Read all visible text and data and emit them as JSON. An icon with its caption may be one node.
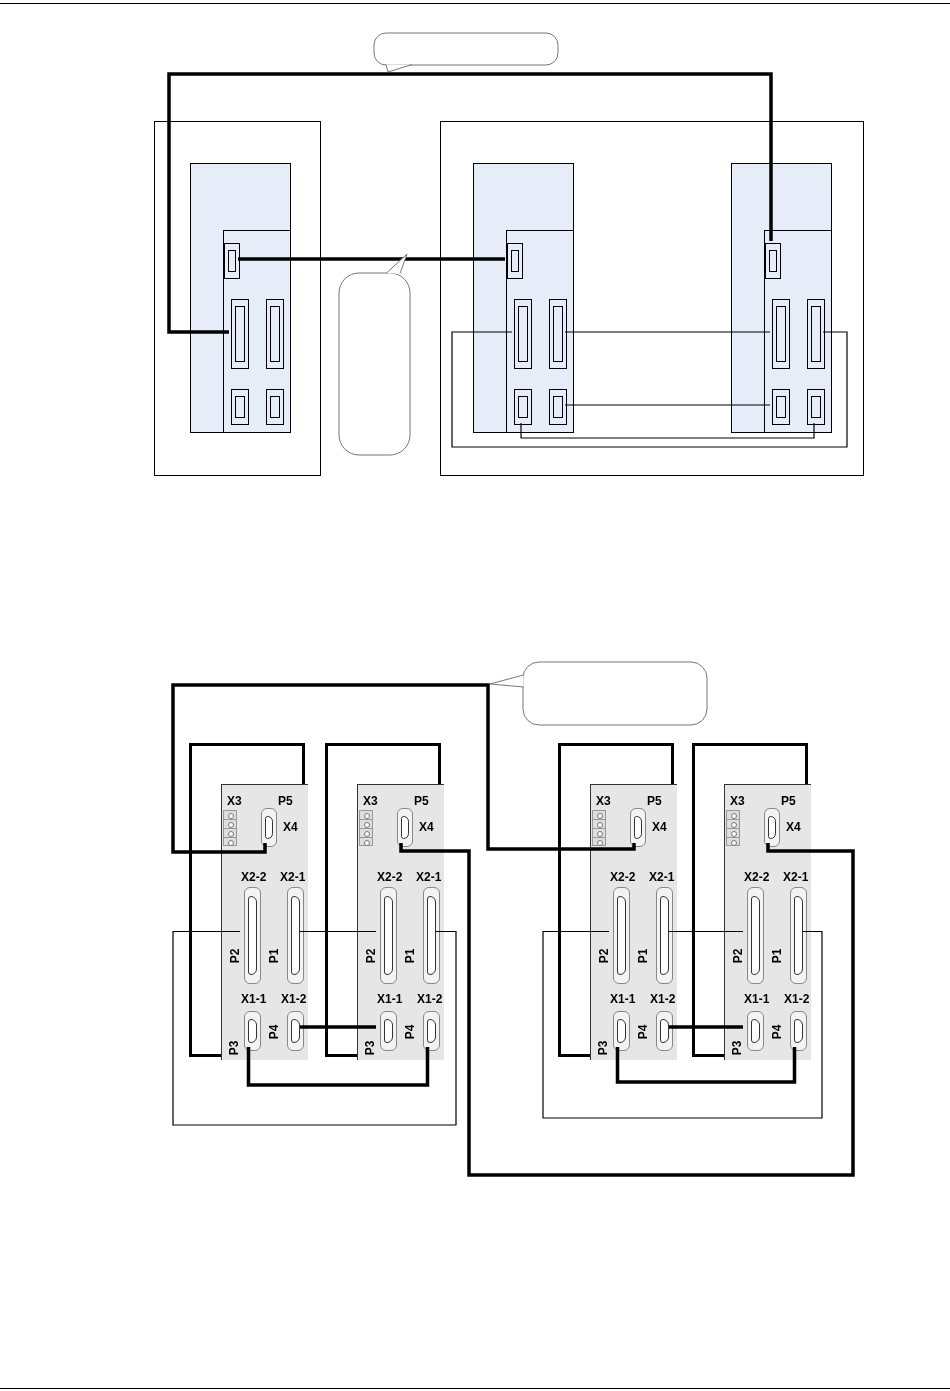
{
  "diagram": {
    "nodes": [
      {
        "text": [],
        "shape": "box"
      },
      {
        "text": [],
        "shape": "box",
        "in": 0
      },
      {
        "text": [],
        "shape": "box",
        "in": 1
      },
      {
        "text": [],
        "shape": "box",
        "in": 1
      },
      {
        "text": [],
        "shape": "box",
        "in": 1
      },
      {
        "text": [],
        "shape": "box",
        "in": 1
      },
      {
        "text": [],
        "shape": "box",
        "in": 1
      },
      {
        "text": [],
        "shape": "box"
      },
      {
        "text": [],
        "shape": "box",
        "in": 7
      },
      {
        "text": [],
        "shape": "box",
        "in": 8
      },
      {
        "text": [],
        "shape": "box",
        "in": 8
      },
      {
        "text": [],
        "shape": "box",
        "in": 8
      },
      {
        "text": [],
        "shape": "box",
        "in": 8
      },
      {
        "text": [],
        "shape": "box",
        "in": 8
      },
      {
        "text": [],
        "shape": "box",
        "in": 7
      },
      {
        "text": [],
        "shape": "box",
        "in": 14
      },
      {
        "text": [],
        "shape": "box",
        "in": 14
      },
      {
        "text": [],
        "shape": "box",
        "in": 14
      },
      {
        "text": [],
        "shape": "box",
        "in": 14
      },
      {
        "text": [],
        "shape": "box",
        "in": 14
      },
      {
        "text": [],
        "shape": "box"
      },
      {
        "text": [],
        "shape": "box",
        "in": 20
      },
      {
        "text": [
          "X3"
        ],
        "in": 21
      },
      {
        "text": [
          "P5",
          "X4"
        ],
        "in": 21
      },
      {
        "text": [
          "X2-2",
          "P2"
        ],
        "in": 21
      },
      {
        "text": [
          "X2-1",
          "P1"
        ],
        "in": 21
      },
      {
        "text": [
          "X1-1",
          "P3"
        ],
        "in": 21
      },
      {
        "text": [
          "X1-2",
          "P4"
        ],
        "in": 21
      },
      {
        "text": [],
        "shape": "box"
      },
      {
        "text": [],
        "shape": "box",
        "in": 28
      },
      {
        "text": [
          "X3"
        ],
        "in": 29
      },
      {
        "text": [
          "P5",
          "X4"
        ],
        "in": 29
      },
      {
        "text": [
          "X2-2",
          "P2"
        ],
        "in": 29
      },
      {
        "text": [
          "X2-1",
          "P1"
        ],
        "in": 29
      },
      {
        "text": [
          "X1-1",
          "P3"
        ],
        "in": 29
      },
      {
        "text": [
          "X1-2",
          "P4"
        ],
        "in": 29
      },
      {
        "text": [],
        "shape": "box"
      },
      {
        "text": [],
        "shape": "box",
        "in": 36
      },
      {
        "text": [
          "X3"
        ],
        "in": 37
      },
      {
        "text": [
          "P5",
          "X4"
        ],
        "in": 37
      },
      {
        "text": [
          "X2-2",
          "P2"
        ],
        "in": 37
      },
      {
        "text": [
          "X2-1",
          "P1"
        ],
        "in": 37
      },
      {
        "text": [
          "X1-1",
          "P3"
        ],
        "in": 37
      },
      {
        "text": [
          "X1-2",
          "P4"
        ],
        "in": 37
      },
      {
        "text": [],
        "shape": "box"
      },
      {
        "text": [],
        "shape": "box",
        "in": 44
      },
      {
        "text": [
          "X3"
        ],
        "in": 45
      },
      {
        "text": [
          "P5",
          "X4"
        ],
        "in": 45
      },
      {
        "text": [
          "X2-2",
          "P2"
        ],
        "in": 45
      },
      {
        "text": [
          "X2-1",
          "P1"
        ],
        "in": 45
      },
      {
        "text": [
          "X1-1",
          "P3"
        ],
        "in": 45
      },
      {
        "text": [
          "X1-2",
          "P4"
        ],
        "in": 45
      }
    ],
    "edges": [
      {
        "from": 3,
        "to": 15,
        "arrow": "none",
        "style": "thick"
      },
      {
        "from": 2,
        "to": 9,
        "arrow": "none",
        "style": "thick"
      },
      {
        "from": 10,
        "to": 17,
        "arrow": "none"
      },
      {
        "from": 11,
        "to": 16,
        "arrow": "none"
      },
      {
        "from": 13,
        "to": 18,
        "arrow": "none"
      },
      {
        "from": 12,
        "to": 19,
        "arrow": "none"
      },
      {
        "from": 23,
        "to": 39,
        "arrow": "none",
        "style": "thick"
      },
      {
        "from": 31,
        "to": 47,
        "arrow": "none",
        "style": "thick"
      },
      {
        "from": 24,
        "to": 33,
        "arrow": "none"
      },
      {
        "from": 25,
        "to": 32,
        "arrow": "none"
      },
      {
        "from": 27,
        "to": 34,
        "arrow": "none",
        "style": "thick"
      },
      {
        "from": 26,
        "to": 35,
        "arrow": "none",
        "style": "thick"
      },
      {
        "from": 40,
        "to": 49,
        "arrow": "none"
      },
      {
        "from": 41,
        "to": 48,
        "arrow": "none"
      },
      {
        "from": 43,
        "to": 50,
        "arrow": "none",
        "style": "thick"
      },
      {
        "from": 42,
        "to": 51,
        "arrow": "none",
        "style": "thick"
      }
    ]
  }
}
